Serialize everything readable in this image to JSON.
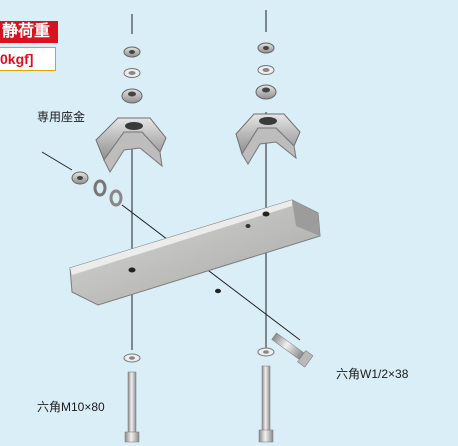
{
  "badge": {
    "text": "静荷重"
  },
  "load_value": {
    "text": "0kgf]"
  },
  "labels": {
    "washer": "専用座金",
    "bolt_side": "六角W1/2×38",
    "bolt_bottom": "六角M10×80"
  },
  "colors": {
    "background": "#daeef7",
    "badge_red": "#d7141d",
    "value_red": "#e00d1b",
    "frame_gold": "#e2a400"
  }
}
